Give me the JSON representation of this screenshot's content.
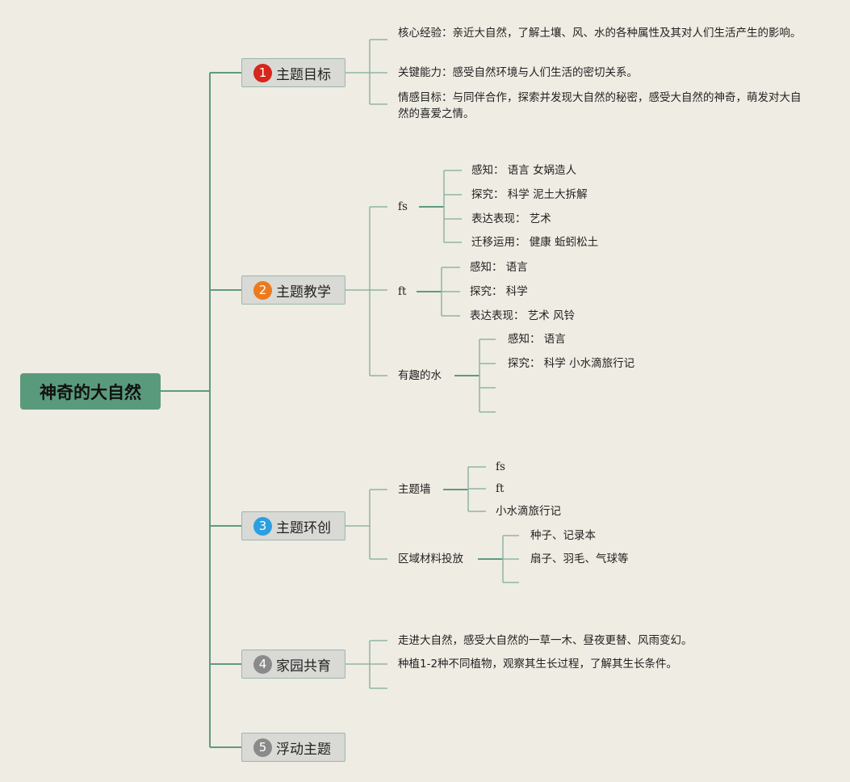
{
  "root": "神奇的大自然",
  "colors": {
    "root_bg": "#5a9a7c",
    "line": "#8fb5a5",
    "n1": "#d7261b",
    "n2": "#ec7a1c",
    "n3": "#2b9fe0",
    "n4": "#8a8a8a",
    "n5": "#8a8a8a"
  },
  "topics": [
    {
      "num": "1",
      "label": "主题目标"
    },
    {
      "num": "2",
      "label": "主题教学"
    },
    {
      "num": "3",
      "label": "主题环创"
    },
    {
      "num": "4",
      "label": "家园共育"
    },
    {
      "num": "5",
      "label": "浮动主题"
    }
  ],
  "goals": [
    "核心经验：亲近大自然，了解土壤、风、水的各种属性及其对人们生活产生的影响。",
    "关键能力：感受自然环境与人们生活的密切关系。",
    "情感目标：与同伴合作，探索并发现大自然的秘密，感受大自然的神奇，萌发对大自然的喜爱之情。"
  ],
  "teaching": {
    "fs": {
      "label": "fs",
      "items": [
        "感知： 语言 女娲造人",
        "探究： 科学 泥土大拆解",
        "表达表现： 艺术",
        "迁移运用： 健康 蚯蚓松土"
      ]
    },
    "ft": {
      "label": "ft",
      "items": [
        "感知： 语言",
        "探究： 科学",
        "表达表现： 艺术 风铃"
      ]
    },
    "water": {
      "label": "有趣的水",
      "items": [
        "感知： 语言",
        "探究： 科学 小水滴旅行记",
        "",
        ""
      ]
    }
  },
  "env": {
    "wall": {
      "label": "主题墙",
      "items": [
        "fs",
        "ft",
        "小水滴旅行记"
      ]
    },
    "area": {
      "label": "区域材料投放",
      "items": [
        "种子、记录本",
        "扇子、羽毛、气球等",
        ""
      ]
    }
  },
  "home": [
    "走进大自然，感受大自然的一草一木、昼夜更替、风雨变幻。",
    "种植1-2种不同植物，观察其生长过程，了解其生长条件。",
    ""
  ]
}
